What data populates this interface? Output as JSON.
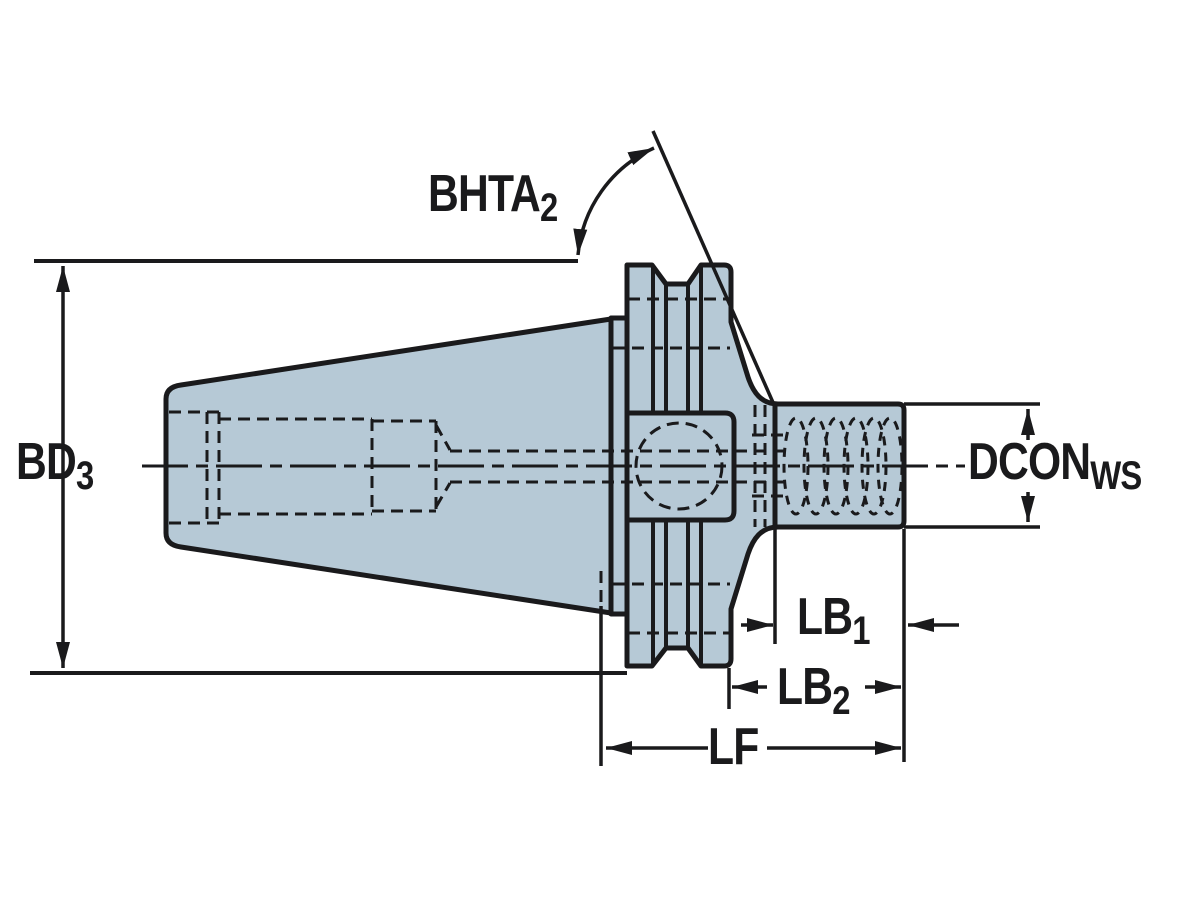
{
  "diagram": {
    "labels": {
      "bhta": {
        "text": "BHTA",
        "sub": "2"
      },
      "bd": {
        "text": "BD",
        "sub": "3"
      },
      "dcon": {
        "text": "DCON",
        "sub": "WS"
      },
      "lb1": {
        "text": "LB",
        "sub": "1"
      },
      "lb2": {
        "text": "LB",
        "sub": "2"
      },
      "lf": {
        "text": "LF",
        "sub": ""
      }
    },
    "colors": {
      "body_fill": "#b6c9d6",
      "line": "#1a1a1c",
      "background": "#ffffff"
    }
  }
}
